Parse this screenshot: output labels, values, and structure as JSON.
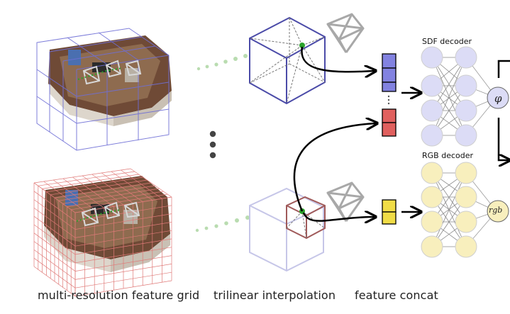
{
  "captions": {
    "grid": "multi-resolution feature grid",
    "interp": "trilinear interpolation",
    "concat": "feature  concat"
  },
  "decoders": {
    "sdf": {
      "label": "SDF decoder",
      "output": "φ",
      "node_color": "#dcdcf6"
    },
    "rgb": {
      "label": "RGB decoder",
      "output": "rgb",
      "node_color": "#f8efbd"
    }
  },
  "colors": {
    "coarse_grid": "#6f6fd6",
    "fine_grid": "#e07a78",
    "coarse_cube": "#4b4ba8",
    "fine_cube": "#a05a5a",
    "feature_blue": "#8282e0",
    "feature_red": "#e0605e",
    "feature_yellow": "#f0dc46",
    "point_green": "#2aa22a",
    "camera_gray": "#a8a8a8",
    "room_brown": "#6f4a36"
  },
  "ellipsis_dots": 3
}
